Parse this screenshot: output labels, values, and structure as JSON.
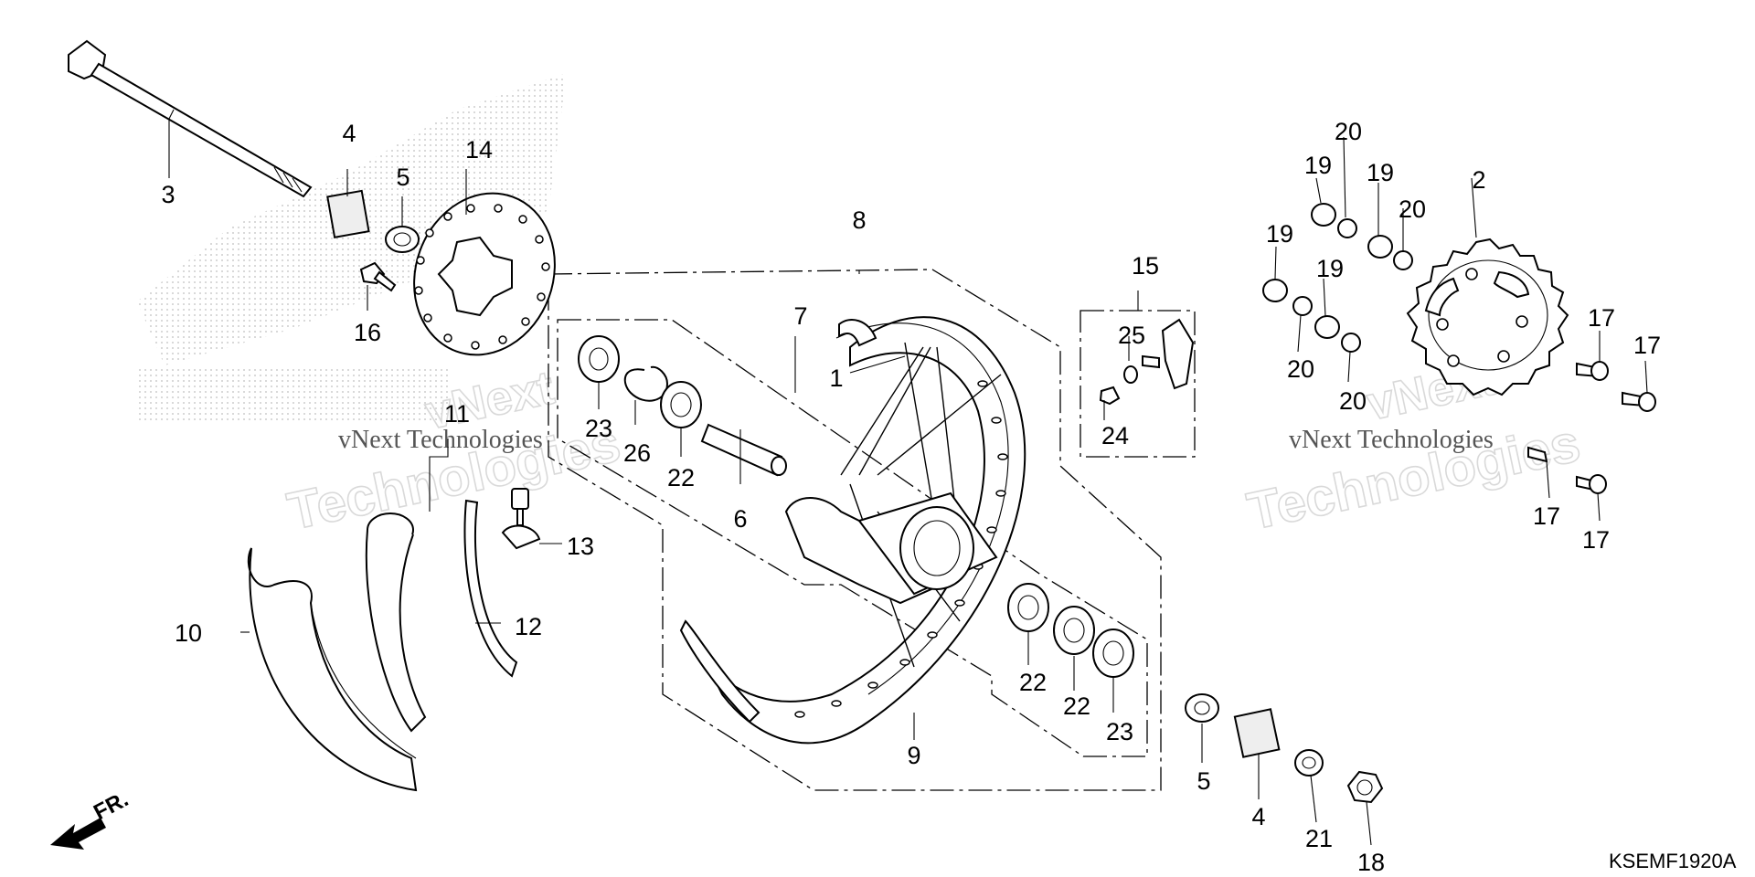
{
  "diagram_code": "KSEMF1920A",
  "direction_label": "FR.",
  "watermark": {
    "line1": "vNext",
    "line2": "Technologies",
    "combined": "vNext Technologies"
  },
  "callouts": {
    "p1": "1",
    "p2": "2",
    "p3": "3",
    "p4a": "4",
    "p4b": "4",
    "p5a": "5",
    "p5b": "5",
    "p6": "6",
    "p7": "7",
    "p8": "8",
    "p9": "9",
    "p10": "10",
    "p11": "11",
    "p12": "12",
    "p13": "13",
    "p14": "14",
    "p15": "15",
    "p16": "16",
    "p17a": "17",
    "p17b": "17",
    "p17c": "17",
    "p17d": "17",
    "p18": "18",
    "p19a": "19",
    "p19b": "19",
    "p19c": "19",
    "p19d": "19",
    "p20a": "20",
    "p20b": "20",
    "p20c": "20",
    "p20d": "20",
    "p21": "21",
    "p22a": "22",
    "p22b": "22",
    "p22c": "22",
    "p23a": "23",
    "p23b": "23",
    "p24": "24",
    "p25": "25",
    "p26": "26"
  }
}
